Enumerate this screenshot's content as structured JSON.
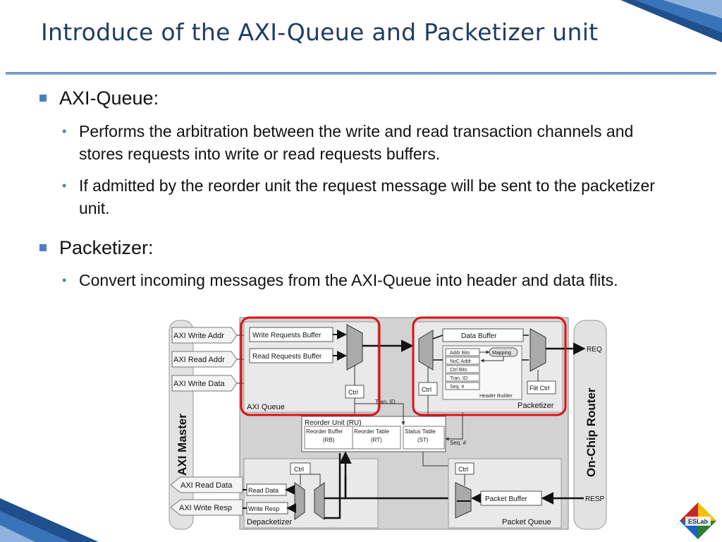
{
  "title": "Introduce of the AXI-Queue and Packetizer unit",
  "bullets": [
    {
      "heading": "AXI-Queue:",
      "items": [
        "Performs the arbitration between the write and read transaction channels and stores requests into write or read requests buffers.",
        "If admitted by the reorder unit the request message will be sent to the packetizer unit."
      ]
    },
    {
      "heading": "Packetizer:",
      "items": [
        "Convert incoming messages from the AXI-Queue into header and data flits."
      ]
    }
  ],
  "diagram": {
    "axi_master": "AXI Master",
    "on_chip_router": "On-Chip Router",
    "axi_write_addr": "AXI Write Addr",
    "axi_read_addr": "AXI Read Addr",
    "axi_write_data": "AXI Write Data",
    "axi_read_data": "AXI Read Data",
    "axi_write_resp": "AXI Write Resp",
    "write_requests_buffer": "Write Requests Buffer",
    "read_requests_buffer": "Read Requests Buffer",
    "ctrl": "Ctrl",
    "axi_queue": "AXI Queue",
    "tran_id": "Tran. ID",
    "data_buffer": "Data Buffer",
    "addr_bits": "Addr Bits",
    "mapping": "Mapping",
    "noc_addr": "NoC Addr",
    "ctrl_bits": "Ctrl Bits",
    "tran_id_field": "Tran. ID",
    "seq_field": "Seq. #",
    "header_builder": "Header Builder",
    "flit_ctrl": "Flit Ctrl",
    "packetizer": "Packetizer",
    "req": "REQ",
    "resp": "RESP",
    "reorder_unit": "Reorder Unit (RU)",
    "reorder_buffer": "Reorder Buffer",
    "rb": "(RB)",
    "reorder_table": "Reorder Table",
    "rt": "(RT)",
    "status_table": "Status Table",
    "st": "(ST)",
    "seq": "Seq. #",
    "read_data": "Read Data",
    "write_resp": "Write Resp",
    "depacketizer": "Depacketizer",
    "packet_buffer": "Packet Buffer",
    "packet_queue": "Packet Queue",
    "highlight_color": "#e01010"
  },
  "logo_text": "ESLab"
}
